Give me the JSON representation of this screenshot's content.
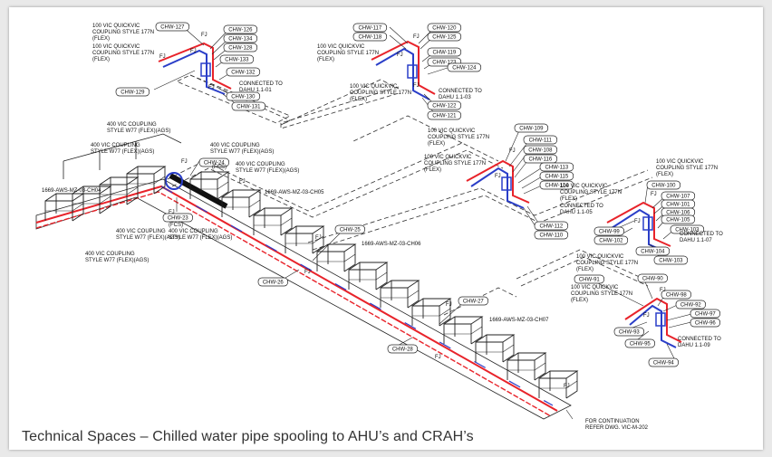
{
  "caption": "Technical Spaces – Chilled water pipe spooling to AHU’s and CRAH’s",
  "colors": {
    "red_pipe": "#e8232a",
    "blue_pipe": "#2a3ec8",
    "linework": "#222222"
  },
  "tags": [
    {
      "id": "t127",
      "text": "CHW-127"
    },
    {
      "id": "t126",
      "text": "CHW-126"
    },
    {
      "id": "t134",
      "text": "CHW-134"
    },
    {
      "id": "t128",
      "text": "CHW-128"
    },
    {
      "id": "t133",
      "text": "CHW-133"
    },
    {
      "id": "t132",
      "text": "CHW-132"
    },
    {
      "id": "t130",
      "text": "CHW-130"
    },
    {
      "id": "t131",
      "text": "CHW-131"
    },
    {
      "id": "t129",
      "text": "CHW-129"
    },
    {
      "id": "t117",
      "text": "CHW-117"
    },
    {
      "id": "t118",
      "text": "CHW-118"
    },
    {
      "id": "t120",
      "text": "CHW-120"
    },
    {
      "id": "t125",
      "text": "CHW-125"
    },
    {
      "id": "t119",
      "text": "CHW-119"
    },
    {
      "id": "t123",
      "text": "CHW-123"
    },
    {
      "id": "t124",
      "text": "CHW-124"
    },
    {
      "id": "t122",
      "text": "CHW-122"
    },
    {
      "id": "t121",
      "text": "CHW-121"
    },
    {
      "id": "t109",
      "text": "CHW-109"
    },
    {
      "id": "t111",
      "text": "CHW-111"
    },
    {
      "id": "t108",
      "text": "CHW-108"
    },
    {
      "id": "t116",
      "text": "CHW-116"
    },
    {
      "id": "t113",
      "text": "CHW-113"
    },
    {
      "id": "t115",
      "text": "CHW-115"
    },
    {
      "id": "t114",
      "text": "CHW-114"
    },
    {
      "id": "t112",
      "text": "CHW-112"
    },
    {
      "id": "t110",
      "text": "CHW-110"
    },
    {
      "id": "t100",
      "text": "CHW-100"
    },
    {
      "id": "t107",
      "text": "CHW-107"
    },
    {
      "id": "t101",
      "text": "CHW-101"
    },
    {
      "id": "t106",
      "text": "CHW-106"
    },
    {
      "id": "t105",
      "text": "CHW-105"
    },
    {
      "id": "t103",
      "text": "CHW-103"
    },
    {
      "id": "t99",
      "text": "CHW-99"
    },
    {
      "id": "t102",
      "text": "CHW-102"
    },
    {
      "id": "t104",
      "text": "CHW-104"
    },
    {
      "id": "t103b",
      "text": "CHW-103"
    },
    {
      "id": "t91",
      "text": "CHW-91"
    },
    {
      "id": "t90",
      "text": "CHW-90"
    },
    {
      "id": "t98",
      "text": "CHW-98"
    },
    {
      "id": "t92",
      "text": "CHW-92"
    },
    {
      "id": "t97",
      "text": "CHW-97"
    },
    {
      "id": "t96",
      "text": "CHW-96"
    },
    {
      "id": "t93",
      "text": "CHW-93"
    },
    {
      "id": "t95",
      "text": "CHW-95"
    },
    {
      "id": "t94",
      "text": "CHW-94"
    },
    {
      "id": "t24",
      "text": "CHW-24"
    },
    {
      "id": "t23",
      "text": "CHW-23"
    },
    {
      "id": "t25",
      "text": "CHW-25"
    },
    {
      "id": "t26",
      "text": "CHW-26"
    },
    {
      "id": "t27",
      "text": "CHW-27"
    },
    {
      "id": "t28",
      "text": "CHW-28"
    }
  ],
  "notes": {
    "vic177_a": "100 VIC QUICKVIC",
    "vic177_b": "COUPLING STYLE 177N",
    "flex": "(FLEX)",
    "vic400_a": "400 VIC COUPLING",
    "vic400_b": "STYLE W77 (FLEX)(AGS)",
    "vic400_c": "STYLE W77 (FLEX)(AGS)",
    "fcs": "(FCS)",
    "conn_a": "CONNECTED TO",
    "dahu_101": "DAHU 1.1-01",
    "dahu_103": "DAHU 1.1-03",
    "dahu_105": "DAHU 1.1-05",
    "dahu_107": "DAHU 1.1-07",
    "dahu_109": "DAHU 1.1-09",
    "fj": "FJ",
    "line_ch04": "1669-AWS-MZ-03-CH04",
    "line_ch05": "1669-AWS-MZ-03-CH05",
    "line_ch06": "1669-AWS-MZ-03-CH06",
    "line_ch07": "1669-AWS-MZ-03-CH07",
    "cont_a": "FOR CONTINUATION",
    "cont_b": "REFER DWG. VIC-M-202"
  }
}
